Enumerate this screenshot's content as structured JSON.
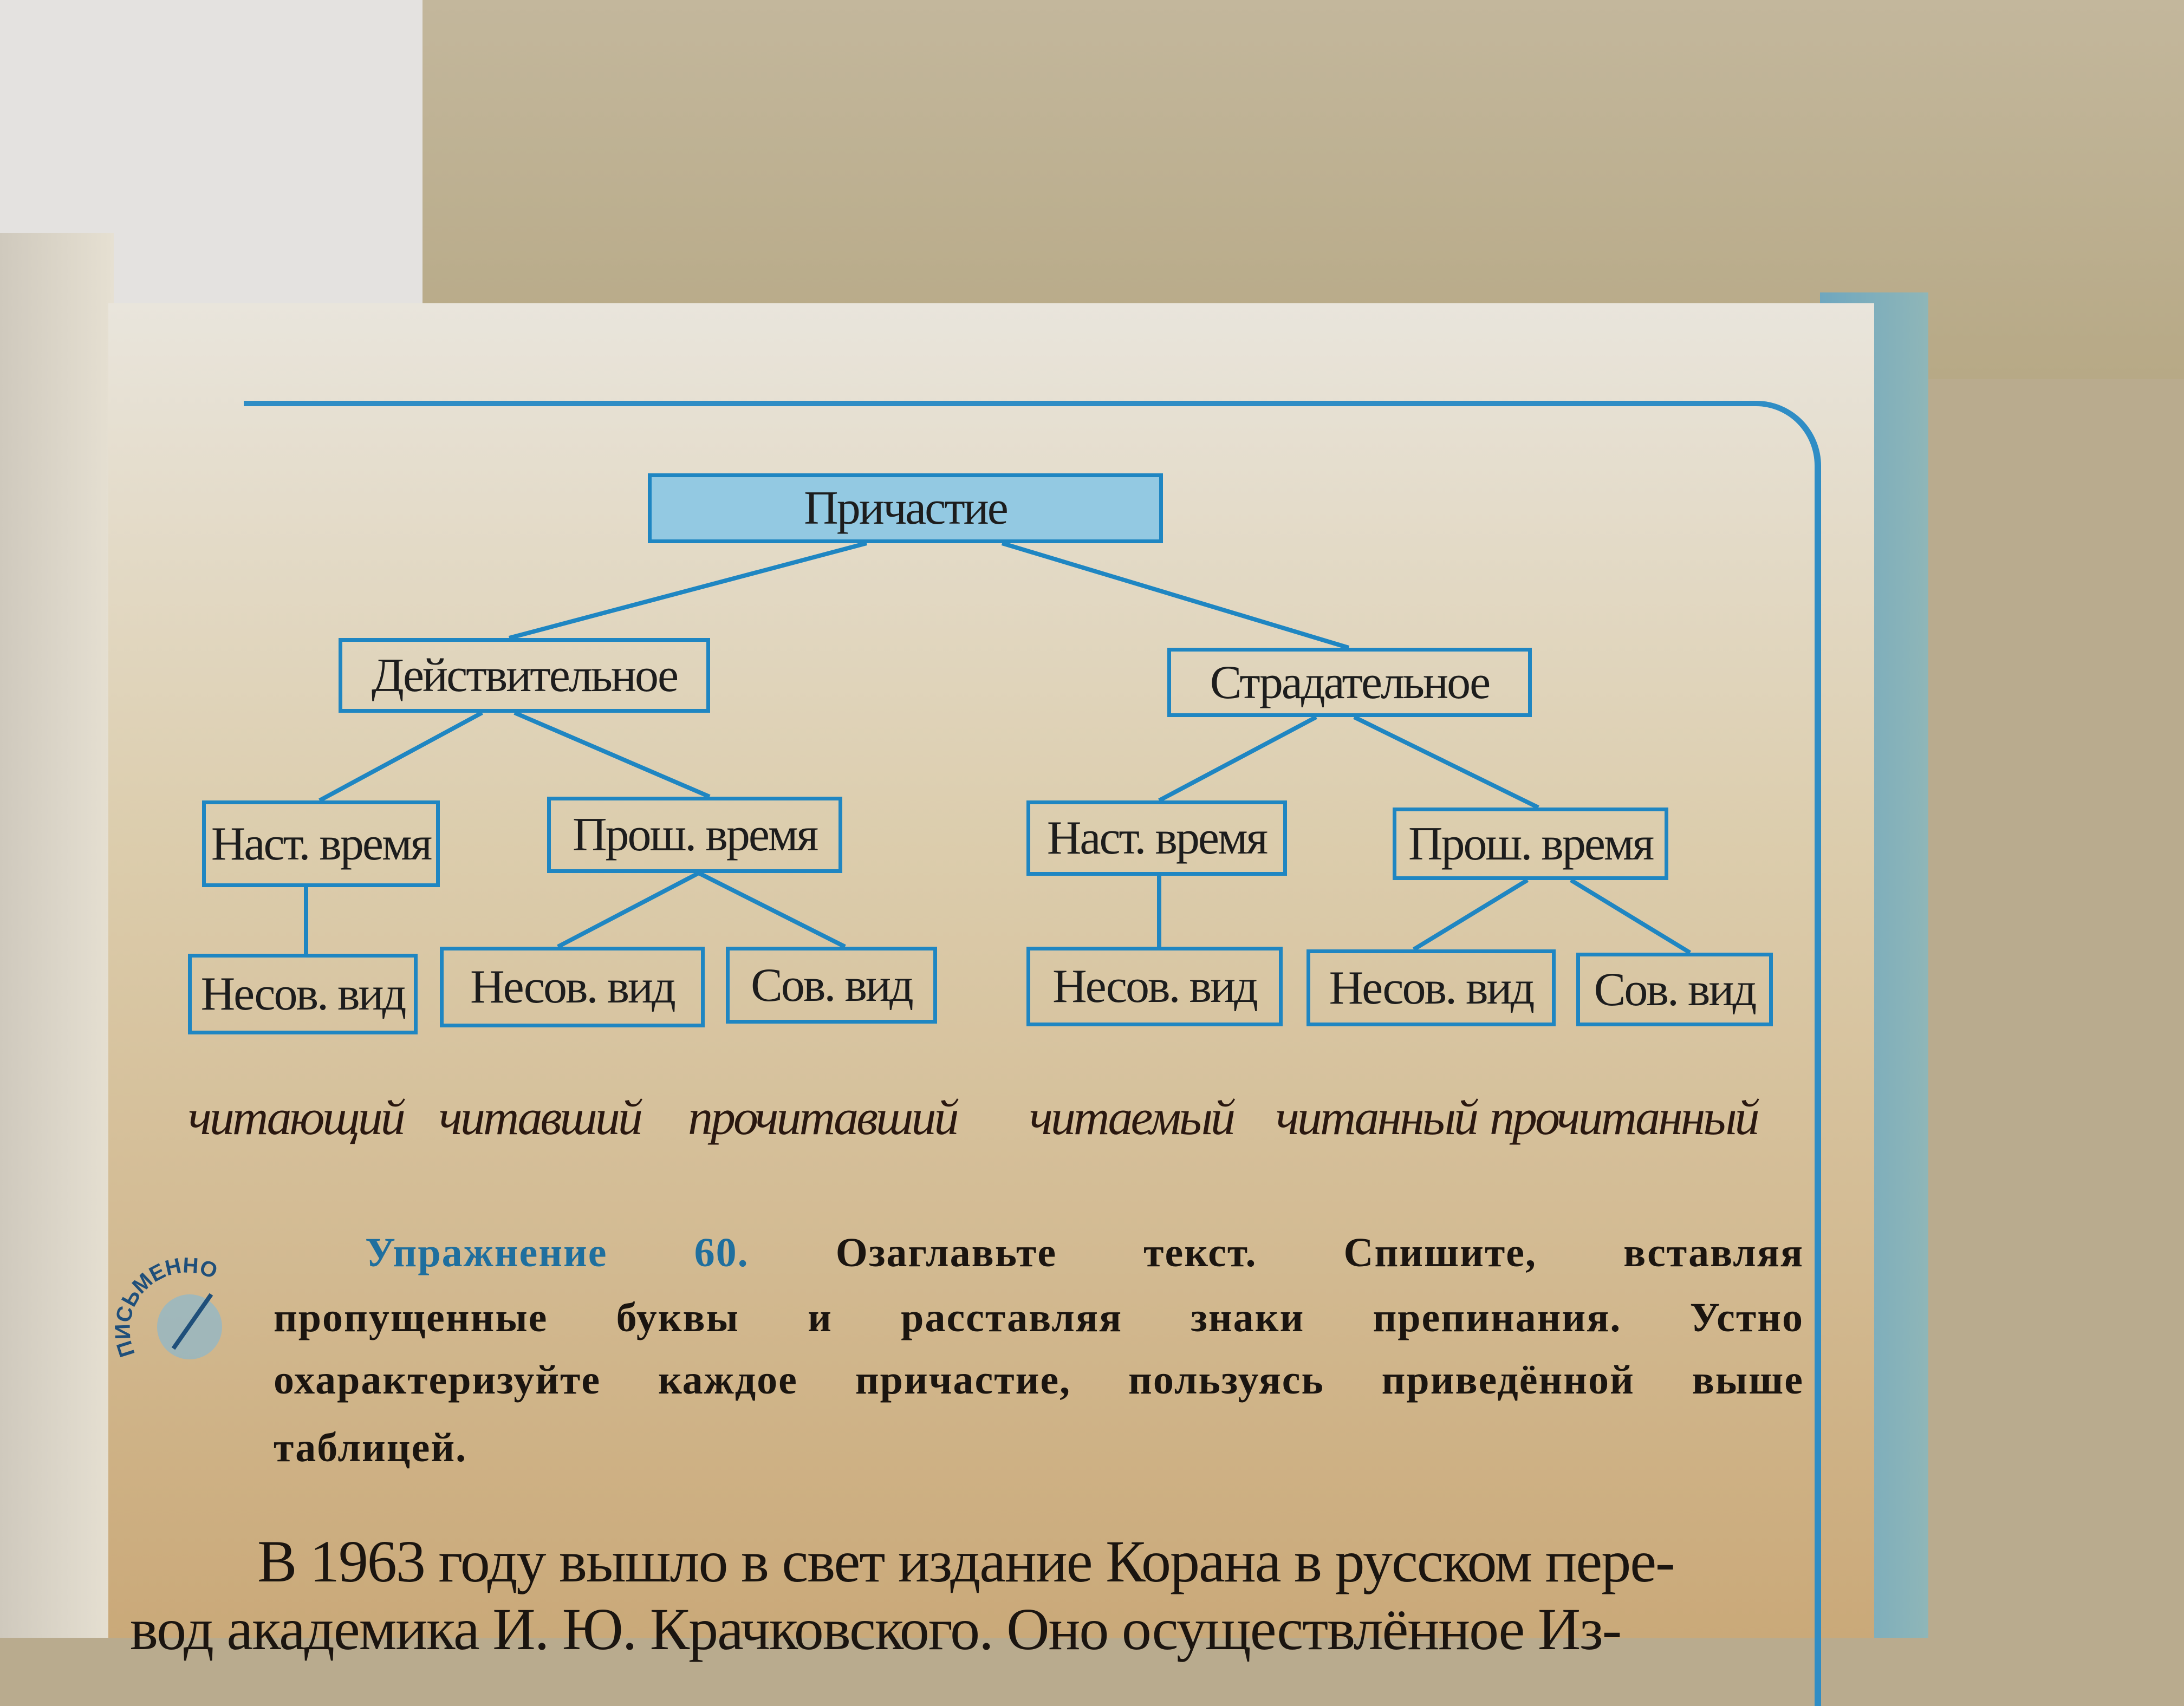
{
  "diagram": {
    "root": "Причастие",
    "voices": [
      "Действительное",
      "Страдательное"
    ],
    "tenses": [
      "Наст. время",
      "Прош. время",
      "Наст. время",
      "Прош. время"
    ],
    "aspects": [
      "Несов. вид",
      "Несов. вид",
      "Сов. вид",
      "Несов. вид",
      "Несов. вид",
      "Сов. вид"
    ],
    "examples": [
      "читающий",
      "читавший",
      "прочитавший",
      "читаемый",
      "читанный",
      "прочитанный"
    ]
  },
  "exercise": {
    "badge": "ПИСЬМЕННО",
    "label": "Упражнение 60.",
    "lines": [
      "Озаглавьте текст. Спишите, вставляя",
      "пропущенные буквы и расставляя знаки препинания. Устно",
      "охарактеризуйте каждое причастие, пользуясь приведённой выше",
      "таблицей."
    ]
  },
  "body_text": [
    "В 1963 году вышло в свет издание Корана в русском пере-",
    "вод академика И. Ю. Крачковского. Оно осуществлённое Из-"
  ],
  "colors": {
    "accent": "#1f86c2",
    "root_fill": "#93c9e2"
  }
}
